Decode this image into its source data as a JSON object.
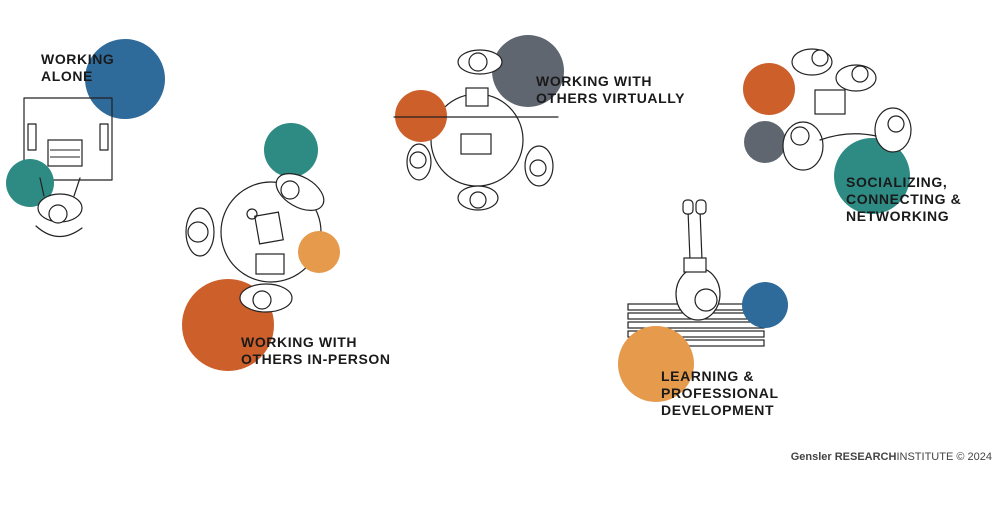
{
  "colors": {
    "blue": "#2e6a9a",
    "teal": "#2e8b84",
    "orange_dark": "#cd5f2a",
    "orange_light": "#e59a4c",
    "slate": "#5f6670",
    "ink": "#222222"
  },
  "modes": [
    {
      "id": "alone",
      "lines": [
        "WORKING",
        "ALONE"
      ]
    },
    {
      "id": "in_person",
      "lines": [
        "WORKING WITH",
        "OTHERS IN-PERSON"
      ]
    },
    {
      "id": "virtual",
      "lines": [
        "WORKING WITH",
        "OTHERS VIRTUALLY"
      ]
    },
    {
      "id": "social",
      "lines": [
        "SOCIALIZING,",
        "CONNECTING &",
        "NETWORKING"
      ]
    },
    {
      "id": "learning",
      "lines": [
        "LEARNING &",
        "PROFESSIONAL",
        "DEVELOPMENT"
      ]
    }
  ],
  "credit": {
    "brand": "Gensler",
    "strong": "RESEARCH",
    "rest": "INSTITUTE",
    "copyright": "© 2024"
  }
}
